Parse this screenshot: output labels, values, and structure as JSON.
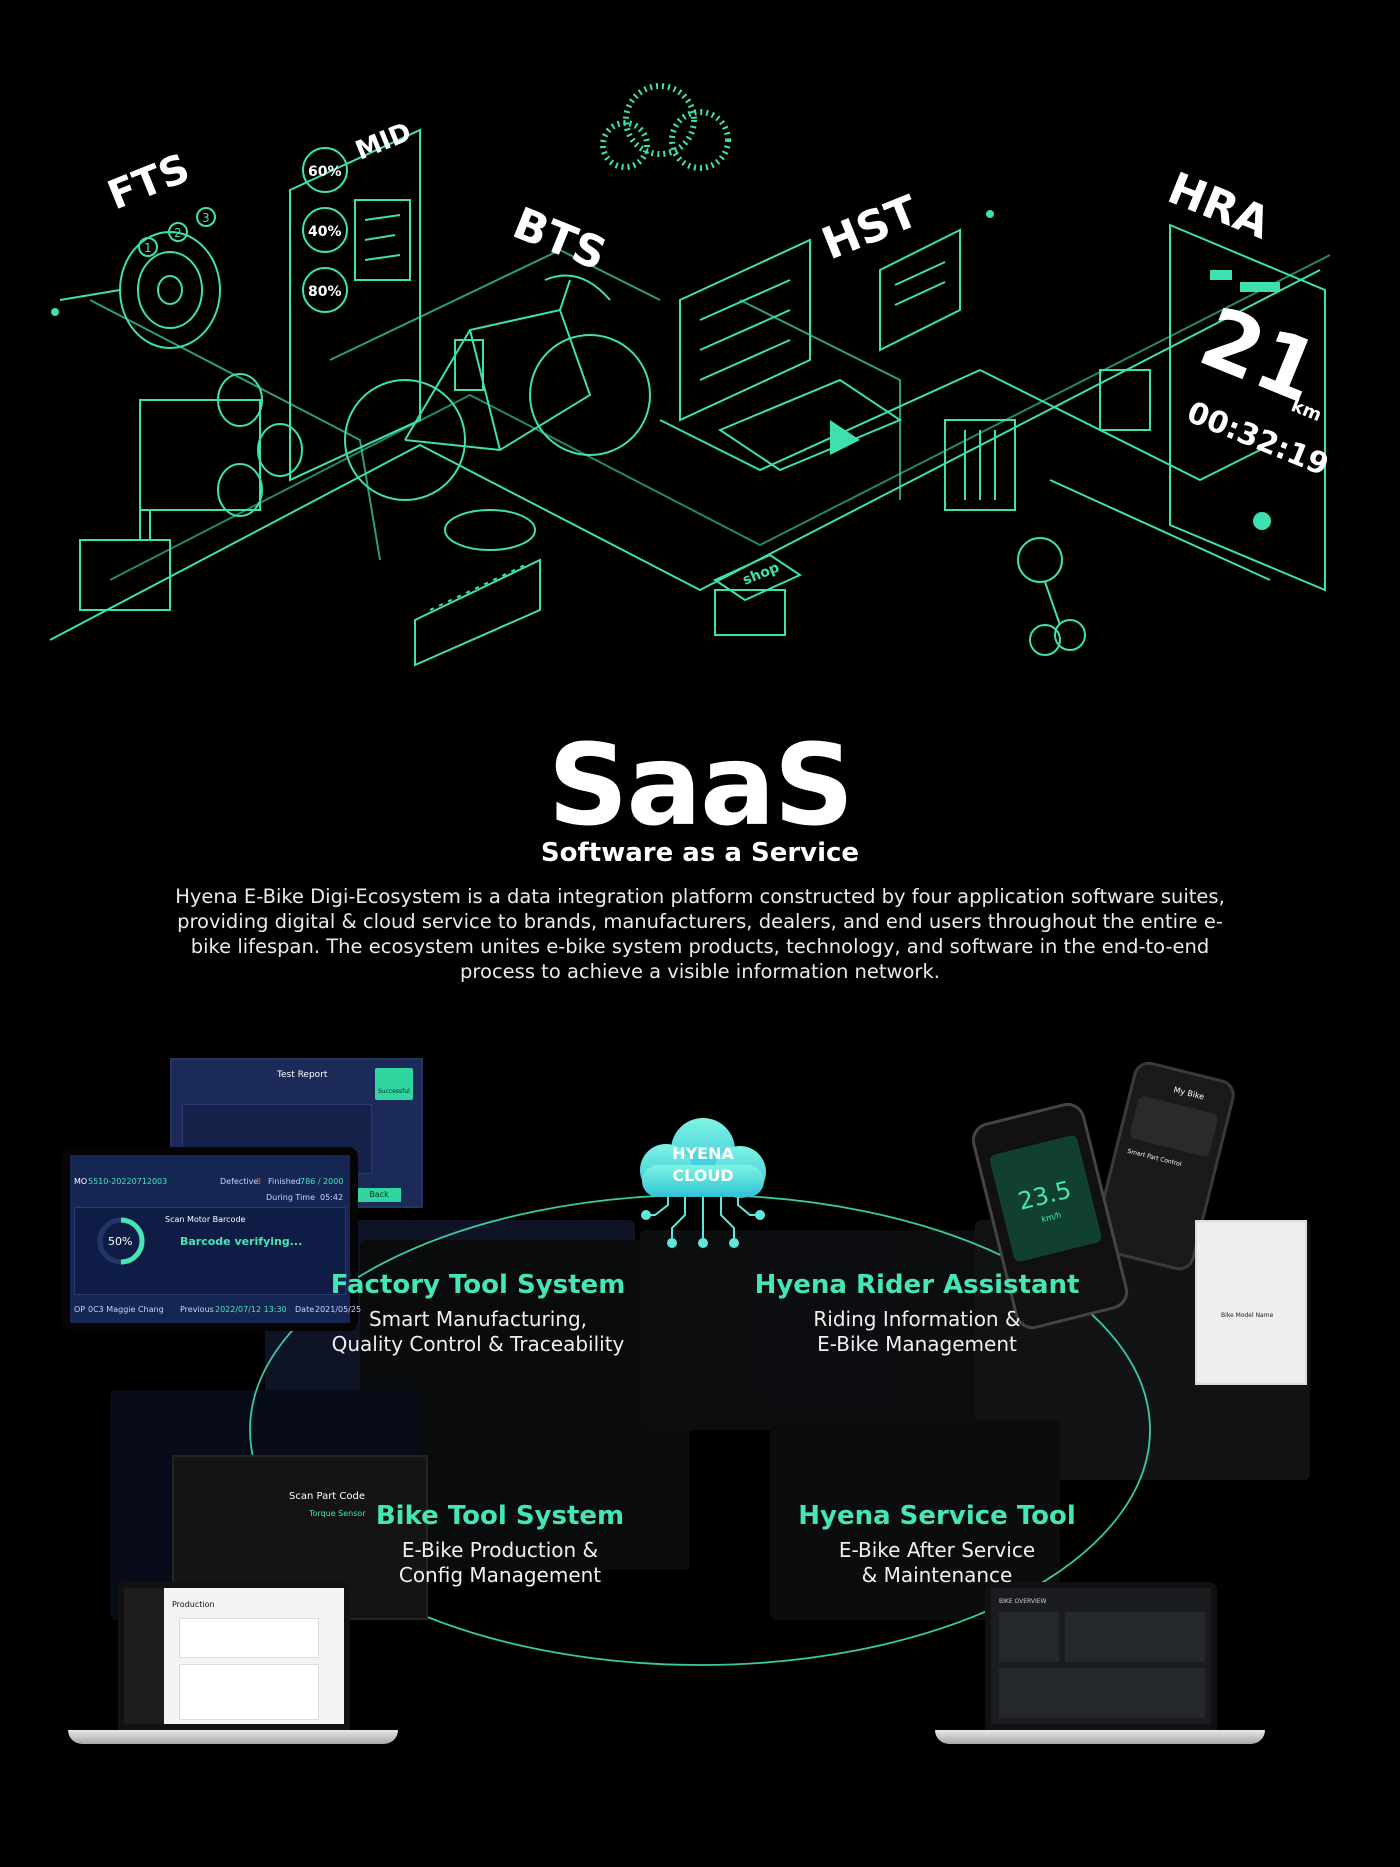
{
  "illustration": {
    "labels": {
      "fts": "FTS",
      "mid": "MID",
      "bts": "BTS",
      "hst": "HST",
      "hra": "HRA",
      "shop": "shop"
    },
    "gauges": [
      "60%",
      "40%",
      "80%"
    ],
    "steps": [
      "1",
      "2",
      "3"
    ],
    "dashboard": {
      "distance": "21",
      "unit": "km",
      "time": "00:32:19"
    }
  },
  "hero": {
    "title": "SaaS",
    "subtitle": "Software as a Service",
    "description": "Hyena E-Bike Digi-Ecosystem is a data integration platform constructed by four application software suites, providing digital & cloud service to brands, manufacturers, dealers, and end users throughout the entire e-bike lifespan. The ecosystem unites e-bike system products, technology, and software in the end-to-end process to achieve a visible information network."
  },
  "cloud": {
    "line1": "HYENA",
    "line2": "CLOUD"
  },
  "systems": [
    {
      "title": "Factory Tool System",
      "line1": "Smart Manufacturing,",
      "line2": "Quality Control & Traceability"
    },
    {
      "title": "Hyena Rider Assistant",
      "line1": "Riding Information &",
      "line2": "E-Bike Management"
    },
    {
      "title": "Bike Tool System",
      "line1": "E-Bike Production &",
      "line2": "Config Management"
    },
    {
      "title": "Hyena Service Tool",
      "line1": "E-Bike After Service",
      "line2": "& Maintenance"
    }
  ],
  "factory_screen": {
    "report_title": "Test Report",
    "report_status": "Successful",
    "report_back": "Back",
    "mo_label": "MO",
    "mo_value": "5510-20220712003",
    "defective_label": "Defective",
    "defective_value": "3",
    "finished_label": "Finished",
    "finished_value": "786 / 2000",
    "during_label": "During Time",
    "during_value": "05:42",
    "scan_label": "Scan Motor Barcode",
    "verifying": "Barcode verifying...",
    "progress": "50%",
    "progress_fraction": 0.5,
    "op_label": "OP",
    "op_value": "0C3 Maggie Chang",
    "previous_label": "Previous",
    "previous_value": "2022/07/12 13:30",
    "date_label": "Date",
    "date_value": "2021/05/25"
  },
  "phone_screen": {
    "speed": "23.5",
    "speed_unit": "km/h",
    "my_bike": "My Bike",
    "part_control": "Smart Part Control"
  },
  "bts_screen": {
    "scan_title": "Scan Part Code",
    "sensor": "Torque Sensor",
    "production": "Production"
  },
  "hst_screen": {
    "overview": "BIKE OVERVIEW",
    "bike_model": "Bike Model Name"
  },
  "colors": {
    "accent": "#45e6b4",
    "background": "#000000",
    "cloud": "#5ee8d8"
  }
}
